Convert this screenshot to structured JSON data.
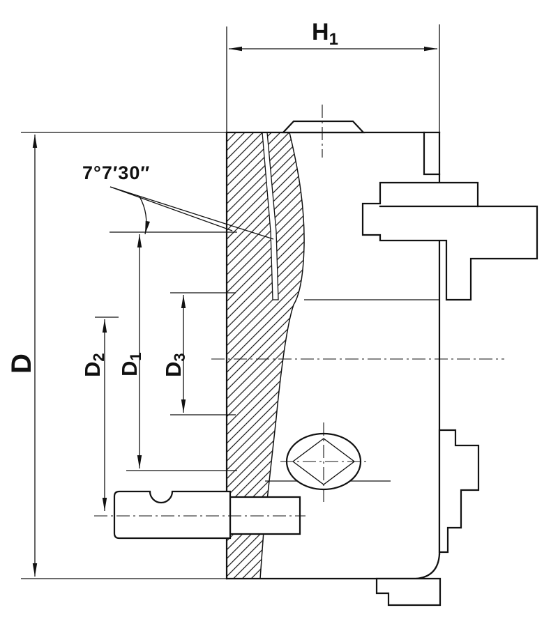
{
  "figure": {
    "type": "technical-drawing",
    "subject": "lathe-chuck-cross-section",
    "background_color": "#ffffff",
    "line_color": "#111111"
  },
  "labels": {
    "h1": {
      "base": "H",
      "sub": "1"
    },
    "d": {
      "base": "D",
      "sub": ""
    },
    "d1": {
      "base": "D",
      "sub": "1"
    },
    "d2": {
      "base": "D",
      "sub": "2"
    },
    "d3": {
      "base": "D",
      "sub": "3"
    },
    "angle": "7°7′30″"
  }
}
